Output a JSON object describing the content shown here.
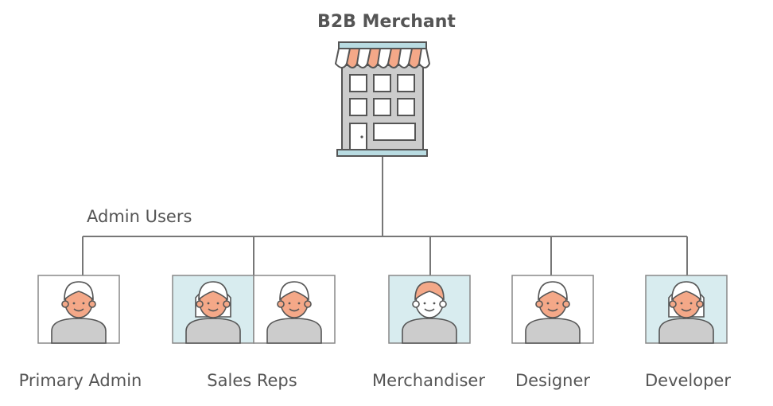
{
  "diagram": {
    "title": "B2B Merchant",
    "group_label": "Admin Users",
    "roles": [
      {
        "label": "Primary Admin"
      },
      {
        "label": "Sales Reps"
      },
      {
        "label": "Merchandiser"
      },
      {
        "label": "Designer"
      },
      {
        "label": "Developer"
      }
    ]
  },
  "colors": {
    "line": "#777777",
    "building": "#cccccc",
    "building_outline": "#555555",
    "awning_accent": "#f4a888",
    "sign_teal": "#b9dce2",
    "face": "#f4a888",
    "hair": "#ffffff",
    "body": "#cccccc",
    "card_tinted": "#d8ecef",
    "card_plain": "#ffffff",
    "text": "#555555"
  },
  "icons": [
    "store-building-icon",
    "user-avatar-icon"
  ]
}
